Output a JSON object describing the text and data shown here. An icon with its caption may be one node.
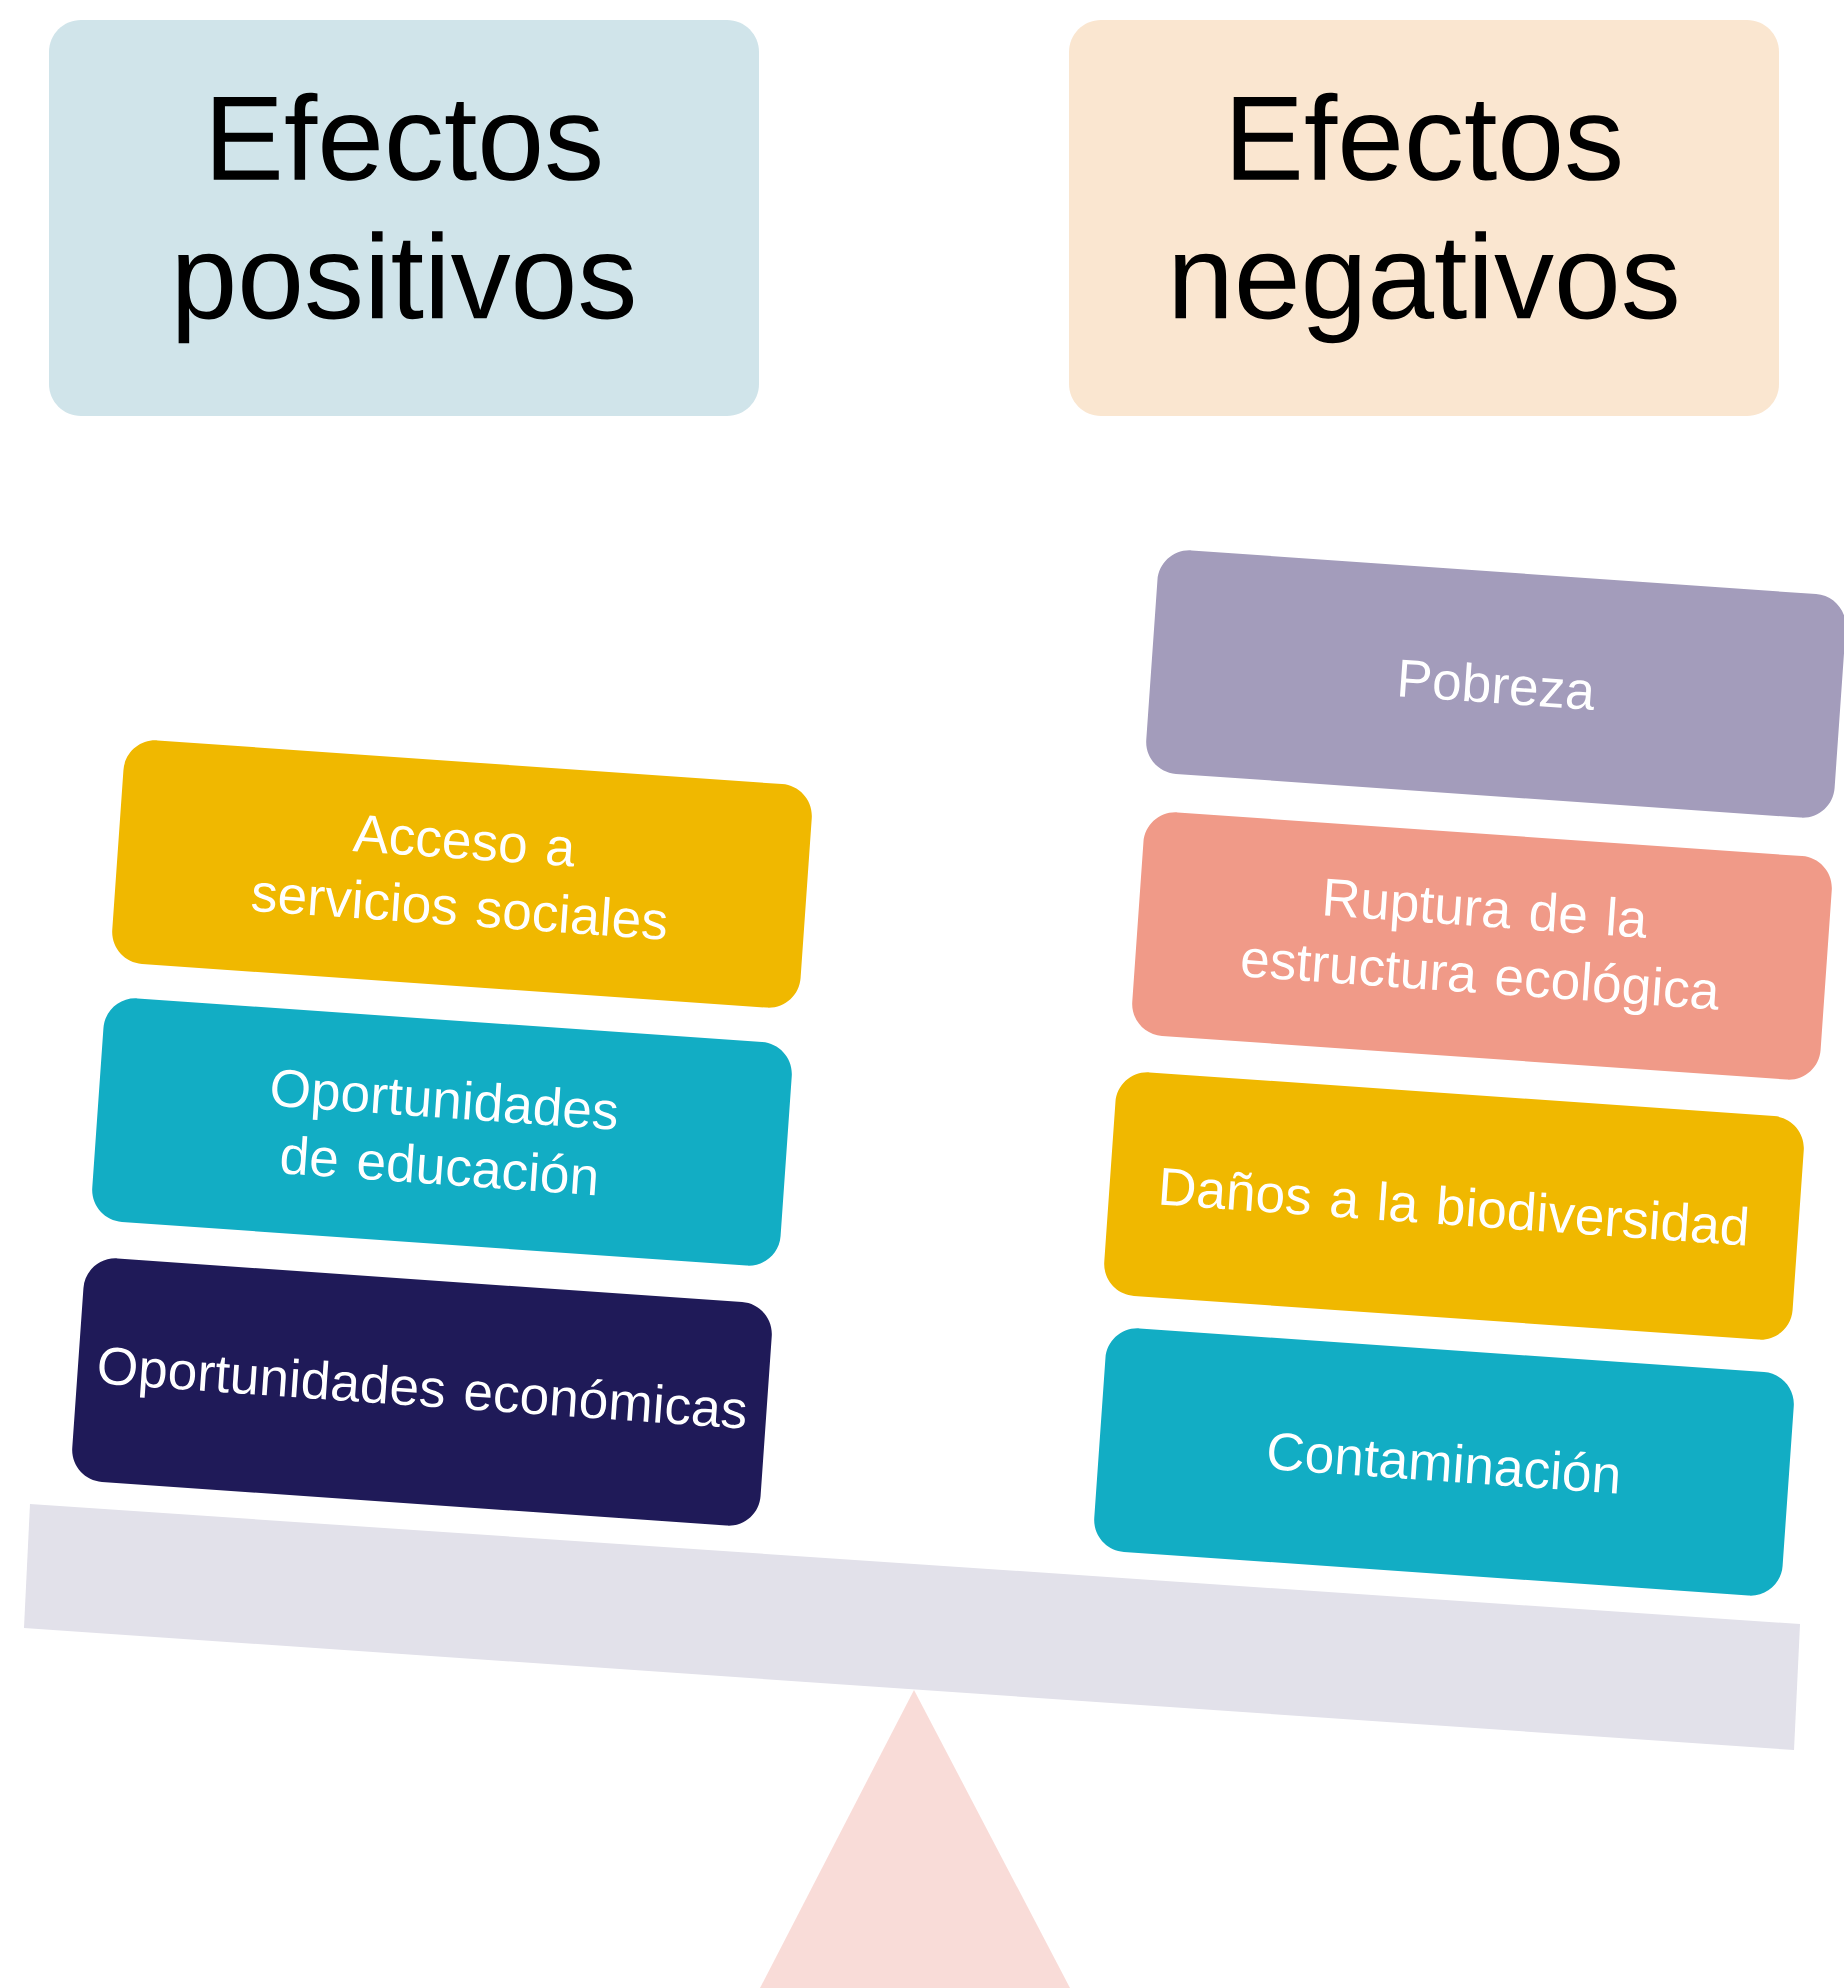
{
  "diagram": {
    "nodes": [
      {
        "text": [
          "Efectos positivos"
        ]
      },
      {
        "text": [
          "Efectos negativos"
        ]
      },
      {
        "text": [
          "Acceso a servicios sociales"
        ]
      },
      {
        "text": [
          "Oportunidades de educación"
        ]
      },
      {
        "text": [
          "Oportunidades económicas"
        ]
      },
      {
        "text": [
          "Pobreza"
        ]
      },
      {
        "text": [
          "Ruptura de la estructura ecológica"
        ]
      },
      {
        "text": [
          "Daños a la biodiversidad"
        ]
      },
      {
        "text": [
          "Contaminación"
        ]
      }
    ]
  }
}
